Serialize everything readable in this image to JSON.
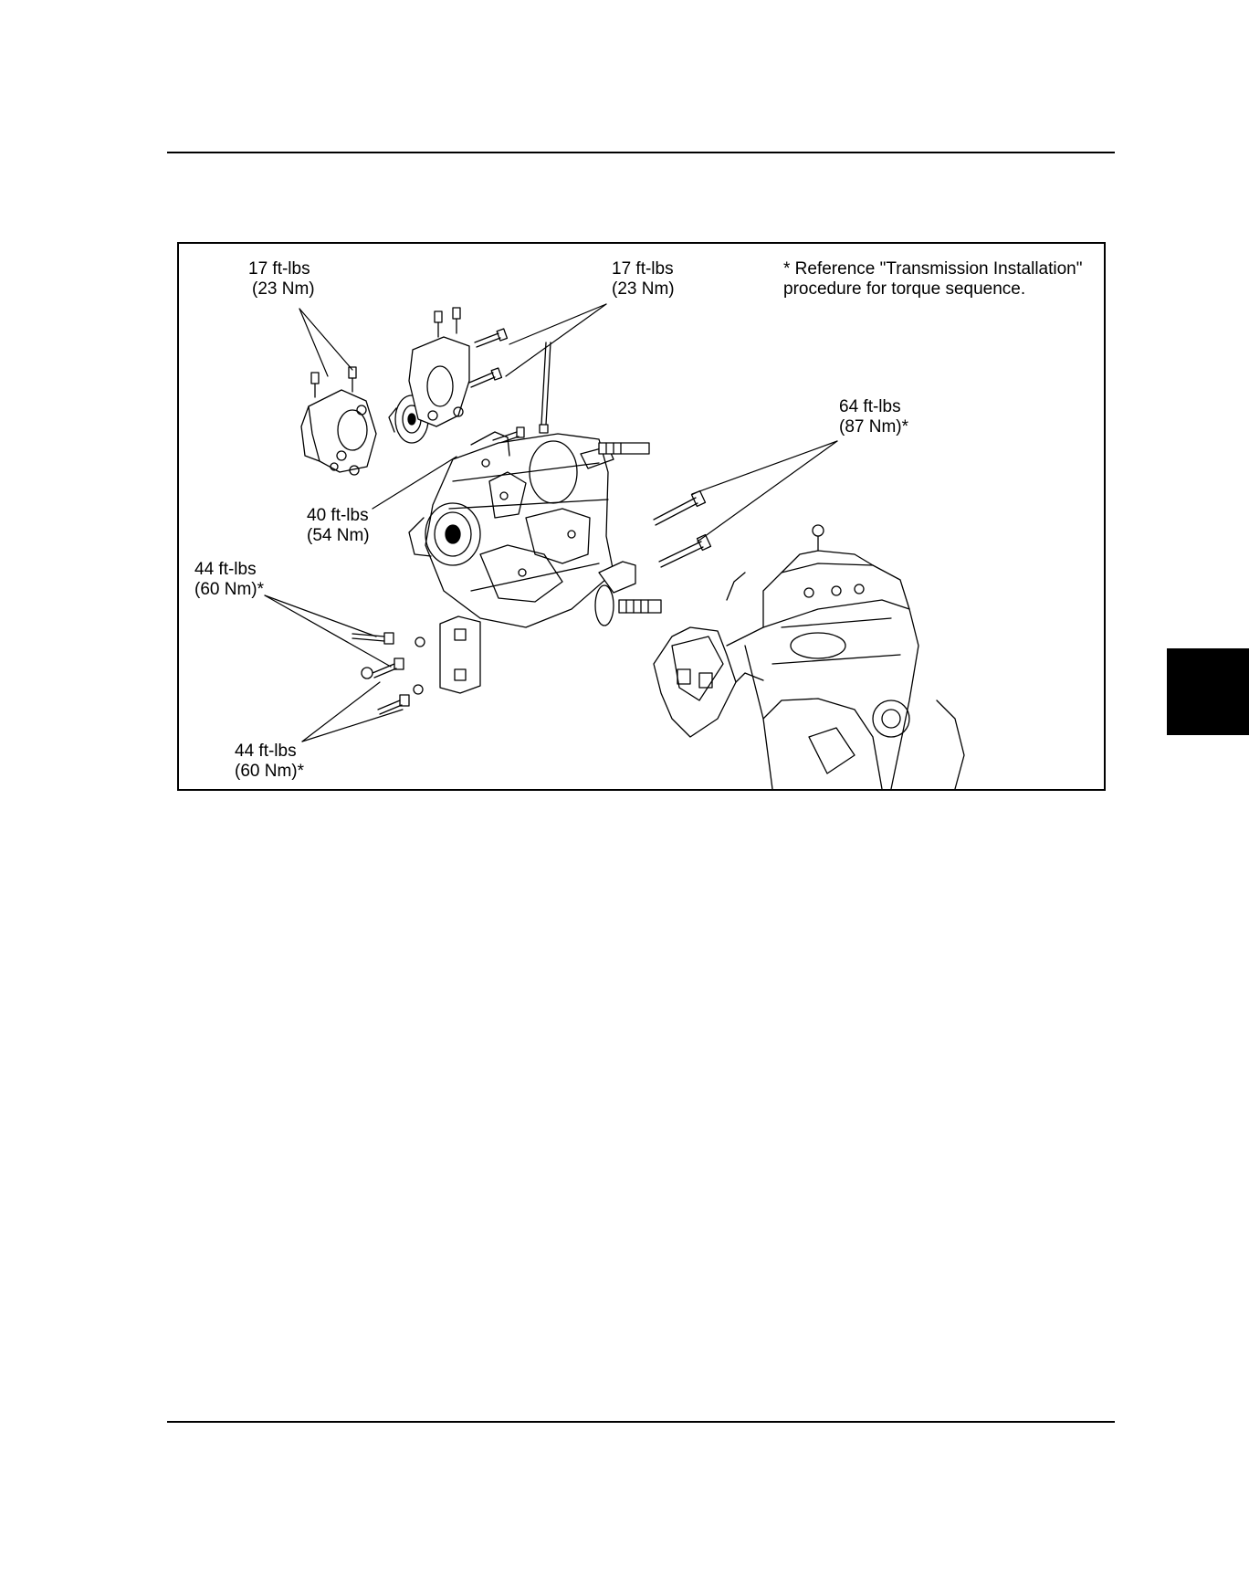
{
  "figure": {
    "note": {
      "line1": "* Reference \"Transmission Installation\"",
      "line2": "procedure for torque sequence."
    },
    "callouts": [
      {
        "id": "upper-left",
        "line1": "17 ft-lbs",
        "line2": "(23 Nm)"
      },
      {
        "id": "upper-center",
        "line1": "17 ft-lbs",
        "line2": "(23 Nm)"
      },
      {
        "id": "right",
        "line1": "64 ft-lbs",
        "line2": "(87 Nm)*"
      },
      {
        "id": "center",
        "line1": "40 ft-lbs",
        "line2": "(54 Nm)"
      },
      {
        "id": "lower-left-top",
        "line1": "44 ft-lbs",
        "line2": "(60 Nm)*"
      },
      {
        "id": "lower-left-bottom",
        "line1": "44 ft-lbs",
        "line2": "(60 Nm)*"
      }
    ]
  }
}
